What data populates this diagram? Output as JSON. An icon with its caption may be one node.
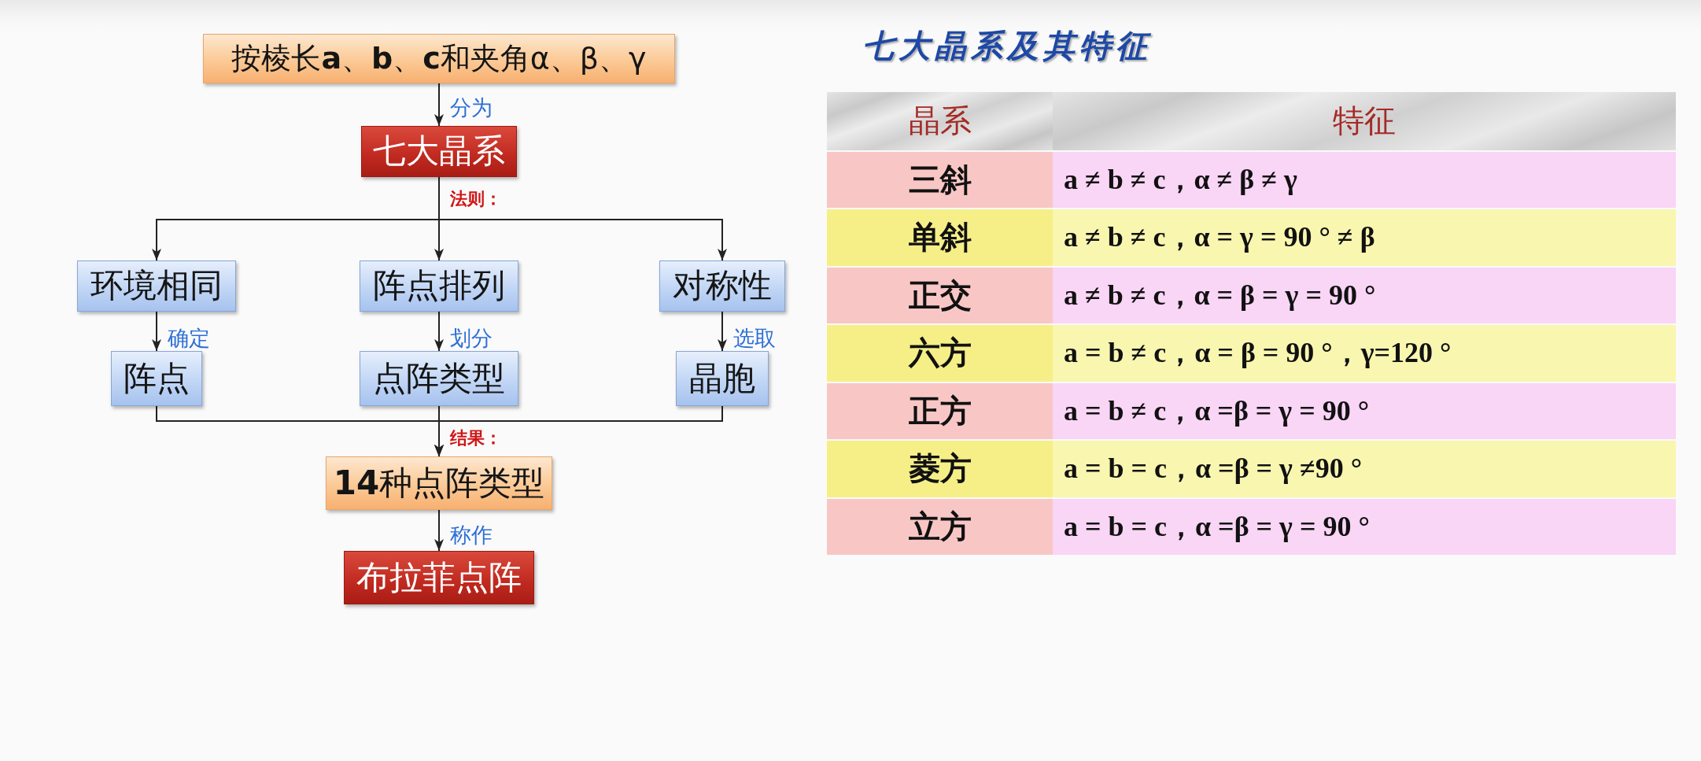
{
  "diagram": {
    "title": "七大晶系及其特征",
    "nodes": [
      {
        "text": [
          "按棱长**a**、**b**、**c**和夹角α、β、γ"
        ]
      },
      {
        "text": [
          "七大晶系"
        ]
      },
      {
        "text": [
          "环境相同"
        ]
      },
      {
        "text": [
          "阵点排列"
        ]
      },
      {
        "text": [
          "对称性"
        ]
      },
      {
        "text": [
          "阵点"
        ]
      },
      {
        "text": [
          "点阵类型"
        ]
      },
      {
        "text": [
          "晶胞"
        ]
      },
      {
        "text": [
          "**14**种点阵类型"
        ]
      },
      {
        "text": [
          "布拉菲点阵"
        ]
      }
    ],
    "edges": [
      {
        "from": 0,
        "to": 1,
        "arrow": "to",
        "label": "分为"
      },
      {
        "from": 1,
        "to": 2,
        "arrow": "to"
      },
      {
        "from": 1,
        "to": 3,
        "arrow": "to",
        "label": "法则："
      },
      {
        "from": 1,
        "to": 4,
        "arrow": "to"
      },
      {
        "from": 2,
        "to": 5,
        "arrow": "to",
        "label": "确定"
      },
      {
        "from": 3,
        "to": 6,
        "arrow": "to",
        "label": "划分"
      },
      {
        "from": 4,
        "to": 7,
        "arrow": "to",
        "label": "选取"
      },
      {
        "from": 5,
        "to": 8,
        "arrow": "to"
      },
      {
        "from": 6,
        "to": 8,
        "arrow": "to",
        "label": "结果："
      },
      {
        "from": 7,
        "to": 8,
        "arrow": "to"
      },
      {
        "from": 8,
        "to": 9,
        "arrow": "to",
        "label": "称作"
      }
    ],
    "labels": [
      "晶系",
      "特征",
      "三斜",
      "a ≠ b ≠ c，α ≠ β ≠ γ",
      "单斜",
      "a ≠ b ≠ c，α = γ = 90 ° ≠ β",
      "正交",
      "a ≠ b ≠ c，α = β = γ = 90 °",
      "六方",
      "a = b ≠ c，α = β = 90 °，γ=120 °",
      "正方",
      "a = b ≠ c，α =β = γ = 90 °",
      "菱方",
      "a = b = c，α =β = γ ≠90 °",
      "立方",
      "a = b = c，α =β = γ = 90 °"
    ]
  }
}
